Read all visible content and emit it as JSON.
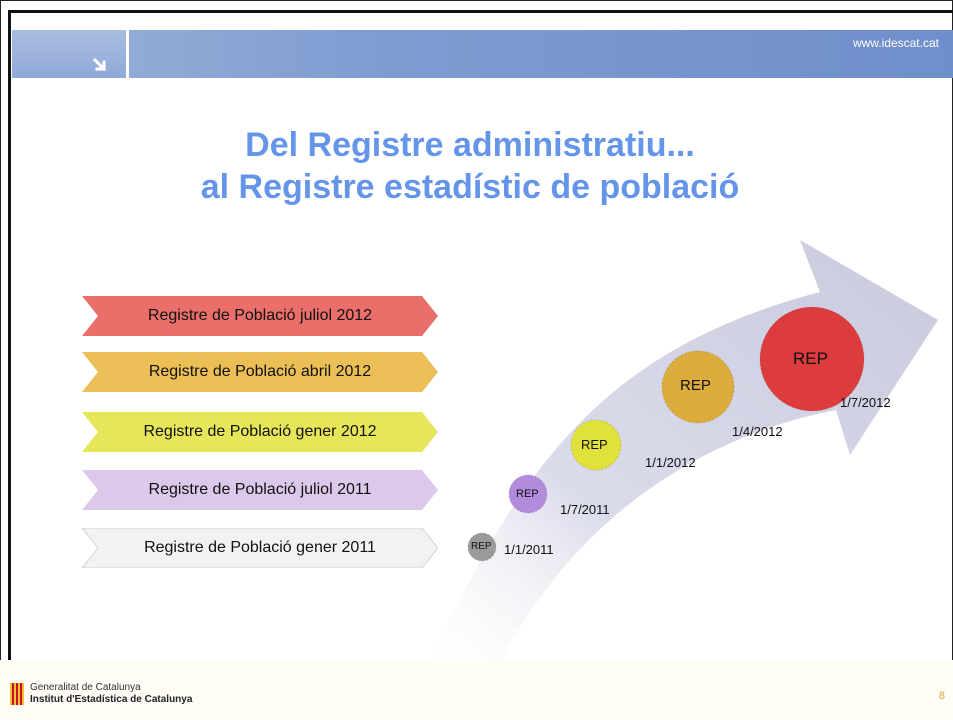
{
  "header": {
    "url": "www.idescat.cat"
  },
  "title": {
    "line1": "Del Registre administratiu...",
    "line2": "al Registre estadístic de població"
  },
  "registers": [
    {
      "label": "Registre de Població juliol 2012",
      "color": "#ea6e6a"
    },
    {
      "label": "Registre de Població  abril 2012",
      "color": "#ebbe56"
    },
    {
      "label": "Registre de Població  gener  2012",
      "color": "#e6e65a"
    },
    {
      "label": "Registre de Població juliol 2011",
      "color": "#dcc8ea"
    },
    {
      "label": "Registre de Població gener  2011",
      "color": "#f2f2f2"
    }
  ],
  "timeline": [
    {
      "label": "REP",
      "date": "1/1/2011",
      "color": "#9a9a9a"
    },
    {
      "label": "REP",
      "date": "1/7/2011",
      "color": "#b28cdc"
    },
    {
      "label": "REP",
      "date": "1/1/2012",
      "color": "#e1e13c"
    },
    {
      "label": "REP",
      "date": "1/4/2012",
      "color": "#dcac3c"
    },
    {
      "label": "REP",
      "date": "1/7/2012",
      "color": "#dc3c3c"
    }
  ],
  "footer": {
    "line1": "Generalitat de Catalunya",
    "line2": "Institut d'Estadística de Catalunya",
    "page": "8"
  }
}
